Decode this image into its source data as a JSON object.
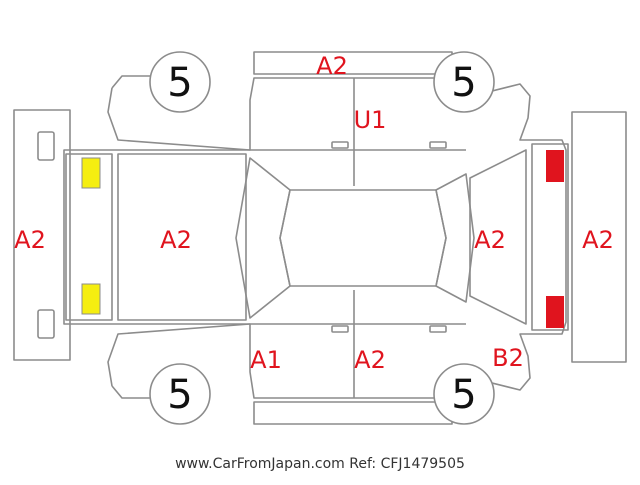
{
  "colors": {
    "line": "#8c8c8c",
    "damage_code": "#e0141e",
    "tread_number": "#111111",
    "front_lamp": "#f5ee10",
    "rear_lamp": "#e0141e"
  },
  "tires": {
    "front_left": "5",
    "rear_left": "5",
    "front_right": "5",
    "rear_right": "5"
  },
  "damage_codes": {
    "roof_edge_top": "A2",
    "rear_door_top": "U1",
    "front_bumper": "A2",
    "hood": "A2",
    "trunk": "A2",
    "rear_bumper": "A2",
    "front_door_bottom": "A1",
    "rear_door_bottom": "A2",
    "rear_quarter_bottom": "B2"
  },
  "footer": {
    "text": "www.CarFromJapan.com Ref: CFJ1479505"
  }
}
